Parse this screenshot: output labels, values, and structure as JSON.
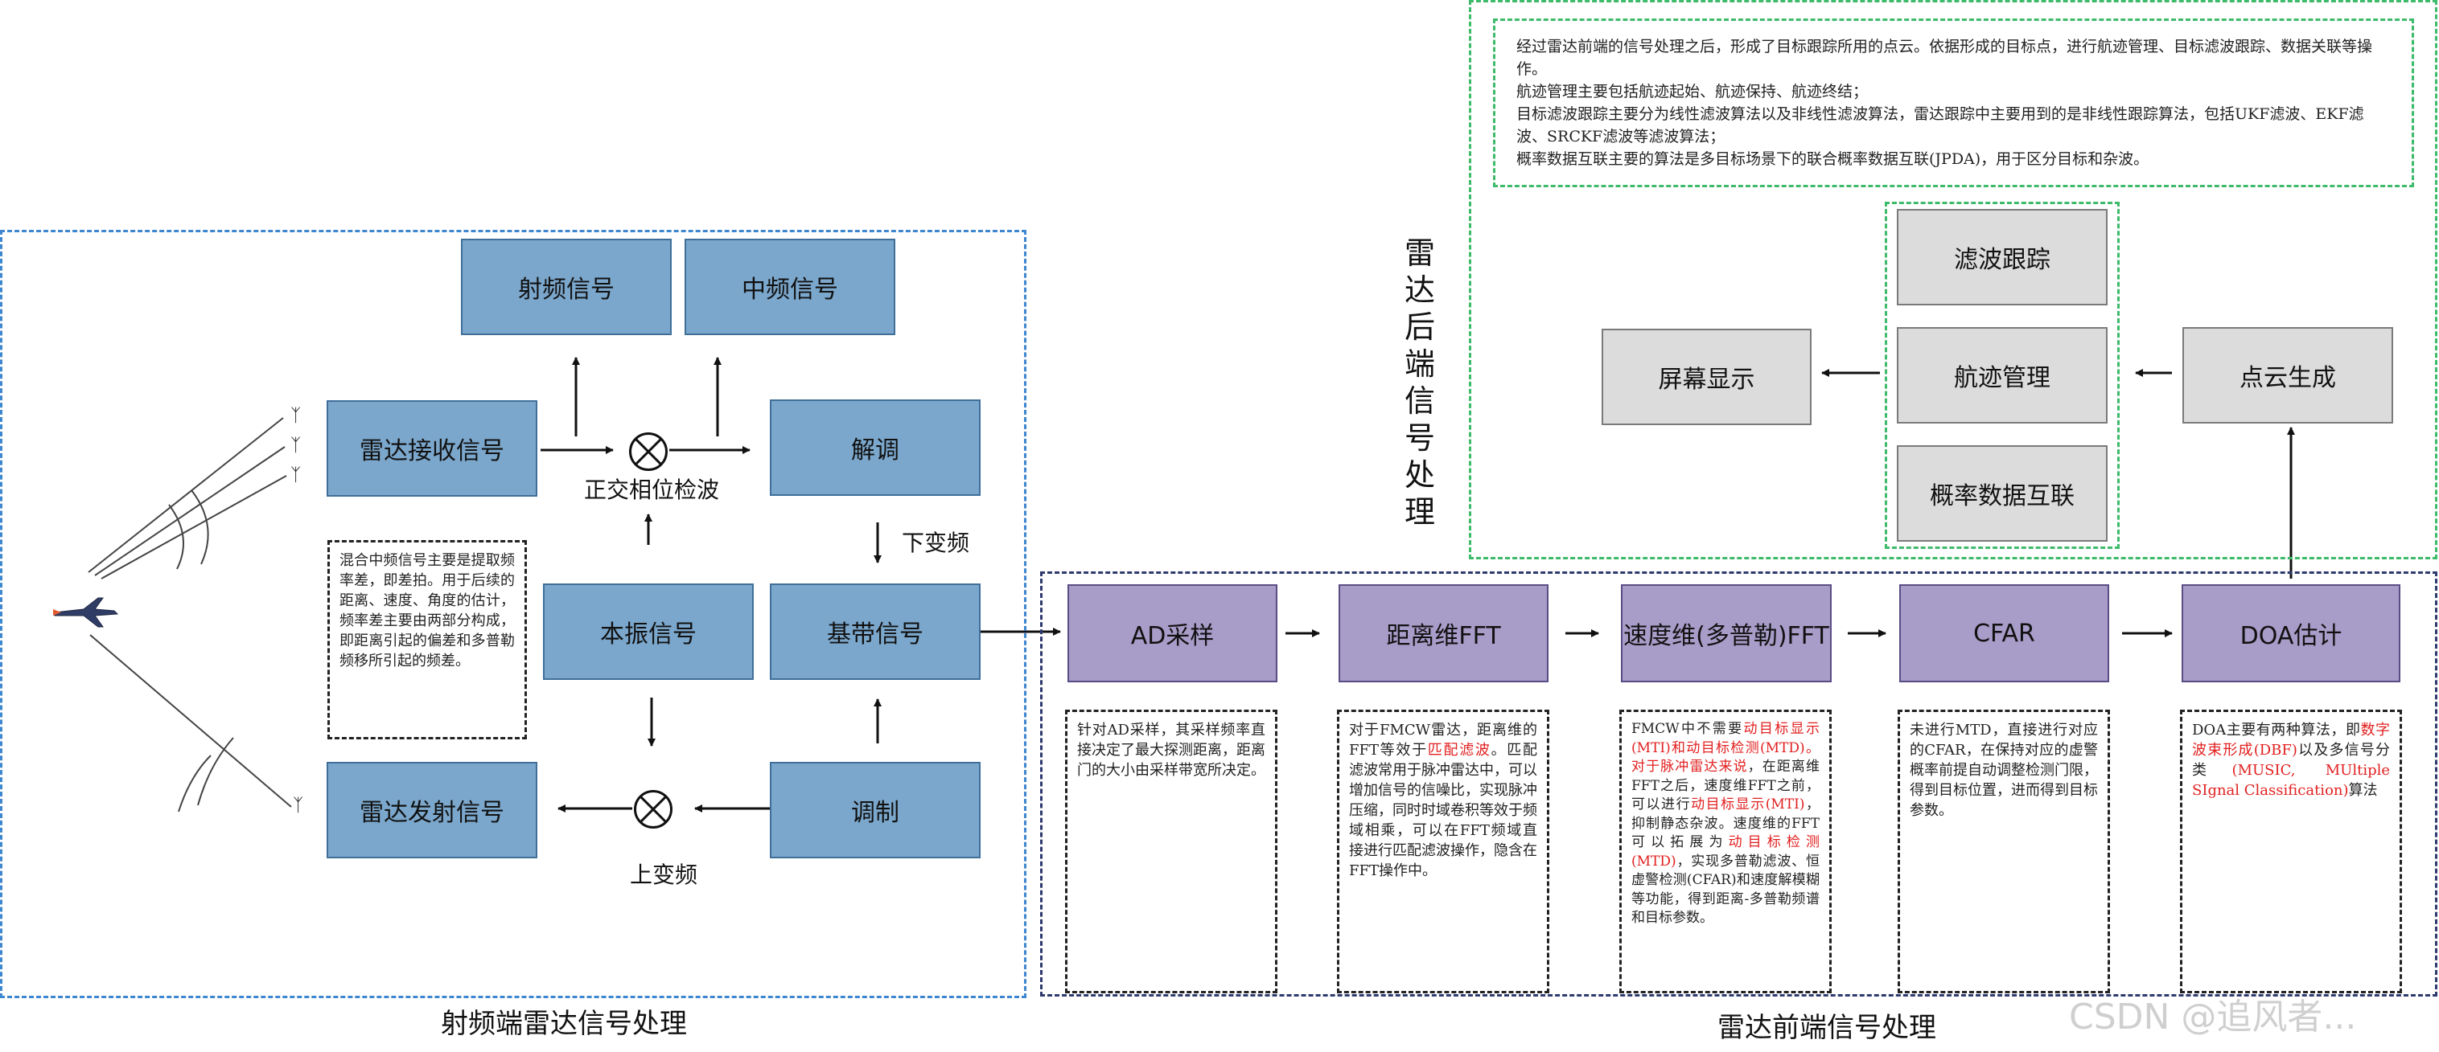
{
  "regions": {
    "rf": {
      "caption": "射频端雷达信号处理"
    },
    "front": {
      "caption": "雷达前端信号处理"
    },
    "back": {
      "vertical_title": "雷达后端信号处理"
    }
  },
  "rf_blocks": {
    "rf_signal": "射频信号",
    "if_signal": "中频信号",
    "radar_rx": "雷达接收信号",
    "demod": "解调",
    "lo_signal": "本振信号",
    "baseband": "基带信号",
    "radar_tx": "雷达发射信号",
    "mod": "调制"
  },
  "rf_labels": {
    "iq_detection": "正交相位检波",
    "downconvert": "下变频",
    "upconvert": "上变频"
  },
  "rf_note": "混合中频信号主要是提取频率差，即差拍。用于后续的距离、速度、角度的估计，频率差主要由两部分构成，即距离引起的偏差和多普勒频移所引起的频差。",
  "front_blocks": {
    "ad": "AD采样",
    "range_fft": "距离维FFT",
    "velocity_fft": "速度维(多普勒)FFT",
    "cfar": "CFAR",
    "doa": "DOA估计"
  },
  "front_notes": {
    "ad": "针对AD采样，其采样频率直接决定了最大探测距离，距离门的大小由采样带宽所决定。",
    "range_fft": {
      "p1": "对于FMCW雷达，距离维的FFT等效于",
      "h1": "匹配滤波",
      "p2": "。匹配滤波常用于脉冲雷达中，可以增加信号的信噪比，实现脉冲压缩，同时时域卷积等效于频域相乘，可以在FFT频域直接进行匹配滤波操作，隐含在FFT操作中。"
    },
    "velocity_fft": {
      "p1": "FMCW中不需要",
      "h1": "动目标显示(MTI)和动目标检测(MTD)。对于脉冲雷达来说",
      "p2": "，在距离维FFT之后，速度维FFT之前，可以进行",
      "h2": "动目标显示(MTI)",
      "p3": "，抑制静态杂波。速度维的FFT可以拓展为",
      "h3": "动目标检测(MTD)",
      "p4": "，实现多普勒滤波、恒虚警检测(CFAR)和速度解模糊等功能，得到距离-多普勒频谱和目标参数。"
    },
    "cfar": "未进行MTD，直接进行对应的CFAR，在保持对应的虚警概率前提自动调整检测门限，得到目标位置，进而得到目标参数。",
    "doa": {
      "p1": "DOA主要有两种算法，即",
      "h1": "数字波束形成(DBF)",
      "p2": "以及多信号分类",
      "h2": "(MUSIC, MUltiple SIgnal Classification)",
      "p3": "算法"
    }
  },
  "back_blocks": {
    "screen": "屏幕显示",
    "filter_tracking": "滤波跟踪",
    "track_mgmt": "航迹管理",
    "jpda": "概率数据互联",
    "point_cloud": "点云生成"
  },
  "back_note": [
    "经过雷达前端的信号处理之后，形成了目标跟踪所用的点云。依据形成的目标点，进行航迹管理、目标滤波跟踪、数据关联等操作。",
    "航迹管理主要包括航迹起始、航迹保持、航迹终结；",
    "目标滤波跟踪主要分为线性滤波算法以及非线性滤波算法，雷达跟踪中主要用到的是非线性跟踪算法，包括UKF滤波、EKF滤波、SRCKF滤波等滤波算法；",
    "概率数据互联主要的算法是多目标场景下的联合概率数据互联(JPDA)，用于区分目标和杂波。"
  ],
  "watermark": "CSDN @追风者...",
  "colors": {
    "rf_box": "#7ba7cc",
    "front_box": "#a89cc8",
    "back_box": "#dcdcdc",
    "highlight": "#e21f1f"
  }
}
